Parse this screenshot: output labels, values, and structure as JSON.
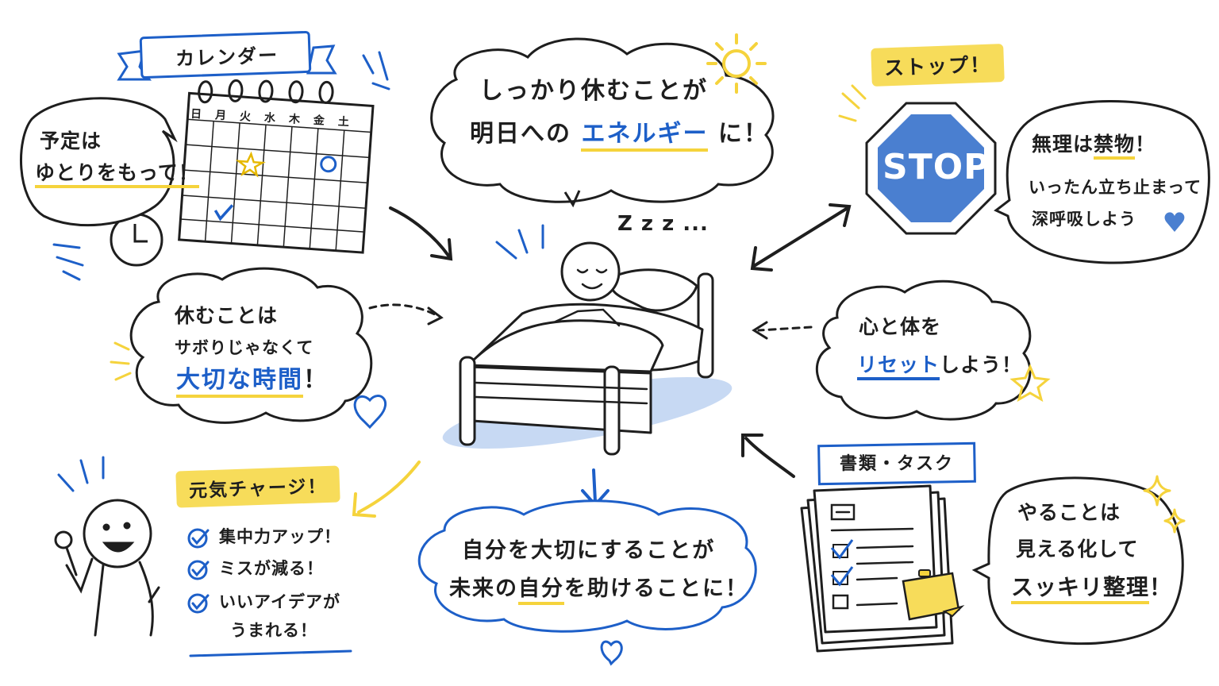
{
  "calendar": {
    "banner": "カレンダー",
    "days": [
      "日",
      "月",
      "火",
      "水",
      "木",
      "金",
      "土"
    ],
    "bubble_line1": "予定は",
    "bubble_line2": "ゆとりをもって！"
  },
  "center_cloud": {
    "line1": "しっかり休むことが",
    "line2a": "明日への",
    "line2b": "エネルギー",
    "line2c": "に！"
  },
  "sleep": {
    "zzz": "Z z z ..."
  },
  "stop": {
    "banner": "ストップ！",
    "sign_text": "STOP",
    "bubble_line1a": "無理は",
    "bubble_line1b": "禁物",
    "bubble_line1c": "！",
    "bubble_line2": "いったん立ち止まって",
    "bubble_line3": "深呼吸しよう"
  },
  "rest_cloud": {
    "line1": "休むことは",
    "line2": "サボりじゃなくて",
    "line3a": "大切な時間",
    "line3b": "！"
  },
  "reset_cloud": {
    "line1": "心と体を",
    "line2a": "リセット",
    "line2b": "しよう！"
  },
  "charge": {
    "banner": "元気チャージ！",
    "items": [
      "集中力アップ！",
      "ミスが減る！",
      "いいアイデアが",
      "うまれる！"
    ]
  },
  "bottom_cloud": {
    "line1": "自分を大切にすることが",
    "line2a": "未来の",
    "line2b": "自分",
    "line2c": "を助けることに！"
  },
  "tasks": {
    "banner": "書類・タスク",
    "bubble_line1": "やることは",
    "bubble_line2": "見える化して",
    "bubble_line3a": "スッキリ",
    "bubble_line3b": "整理",
    "bubble_line3c": "！"
  },
  "colors": {
    "accent_blue": "#1d5fc8",
    "accent_yellow": "#f5d33c",
    "ink": "#1e1e1e",
    "shadow_blue": "#b9d0f0"
  }
}
